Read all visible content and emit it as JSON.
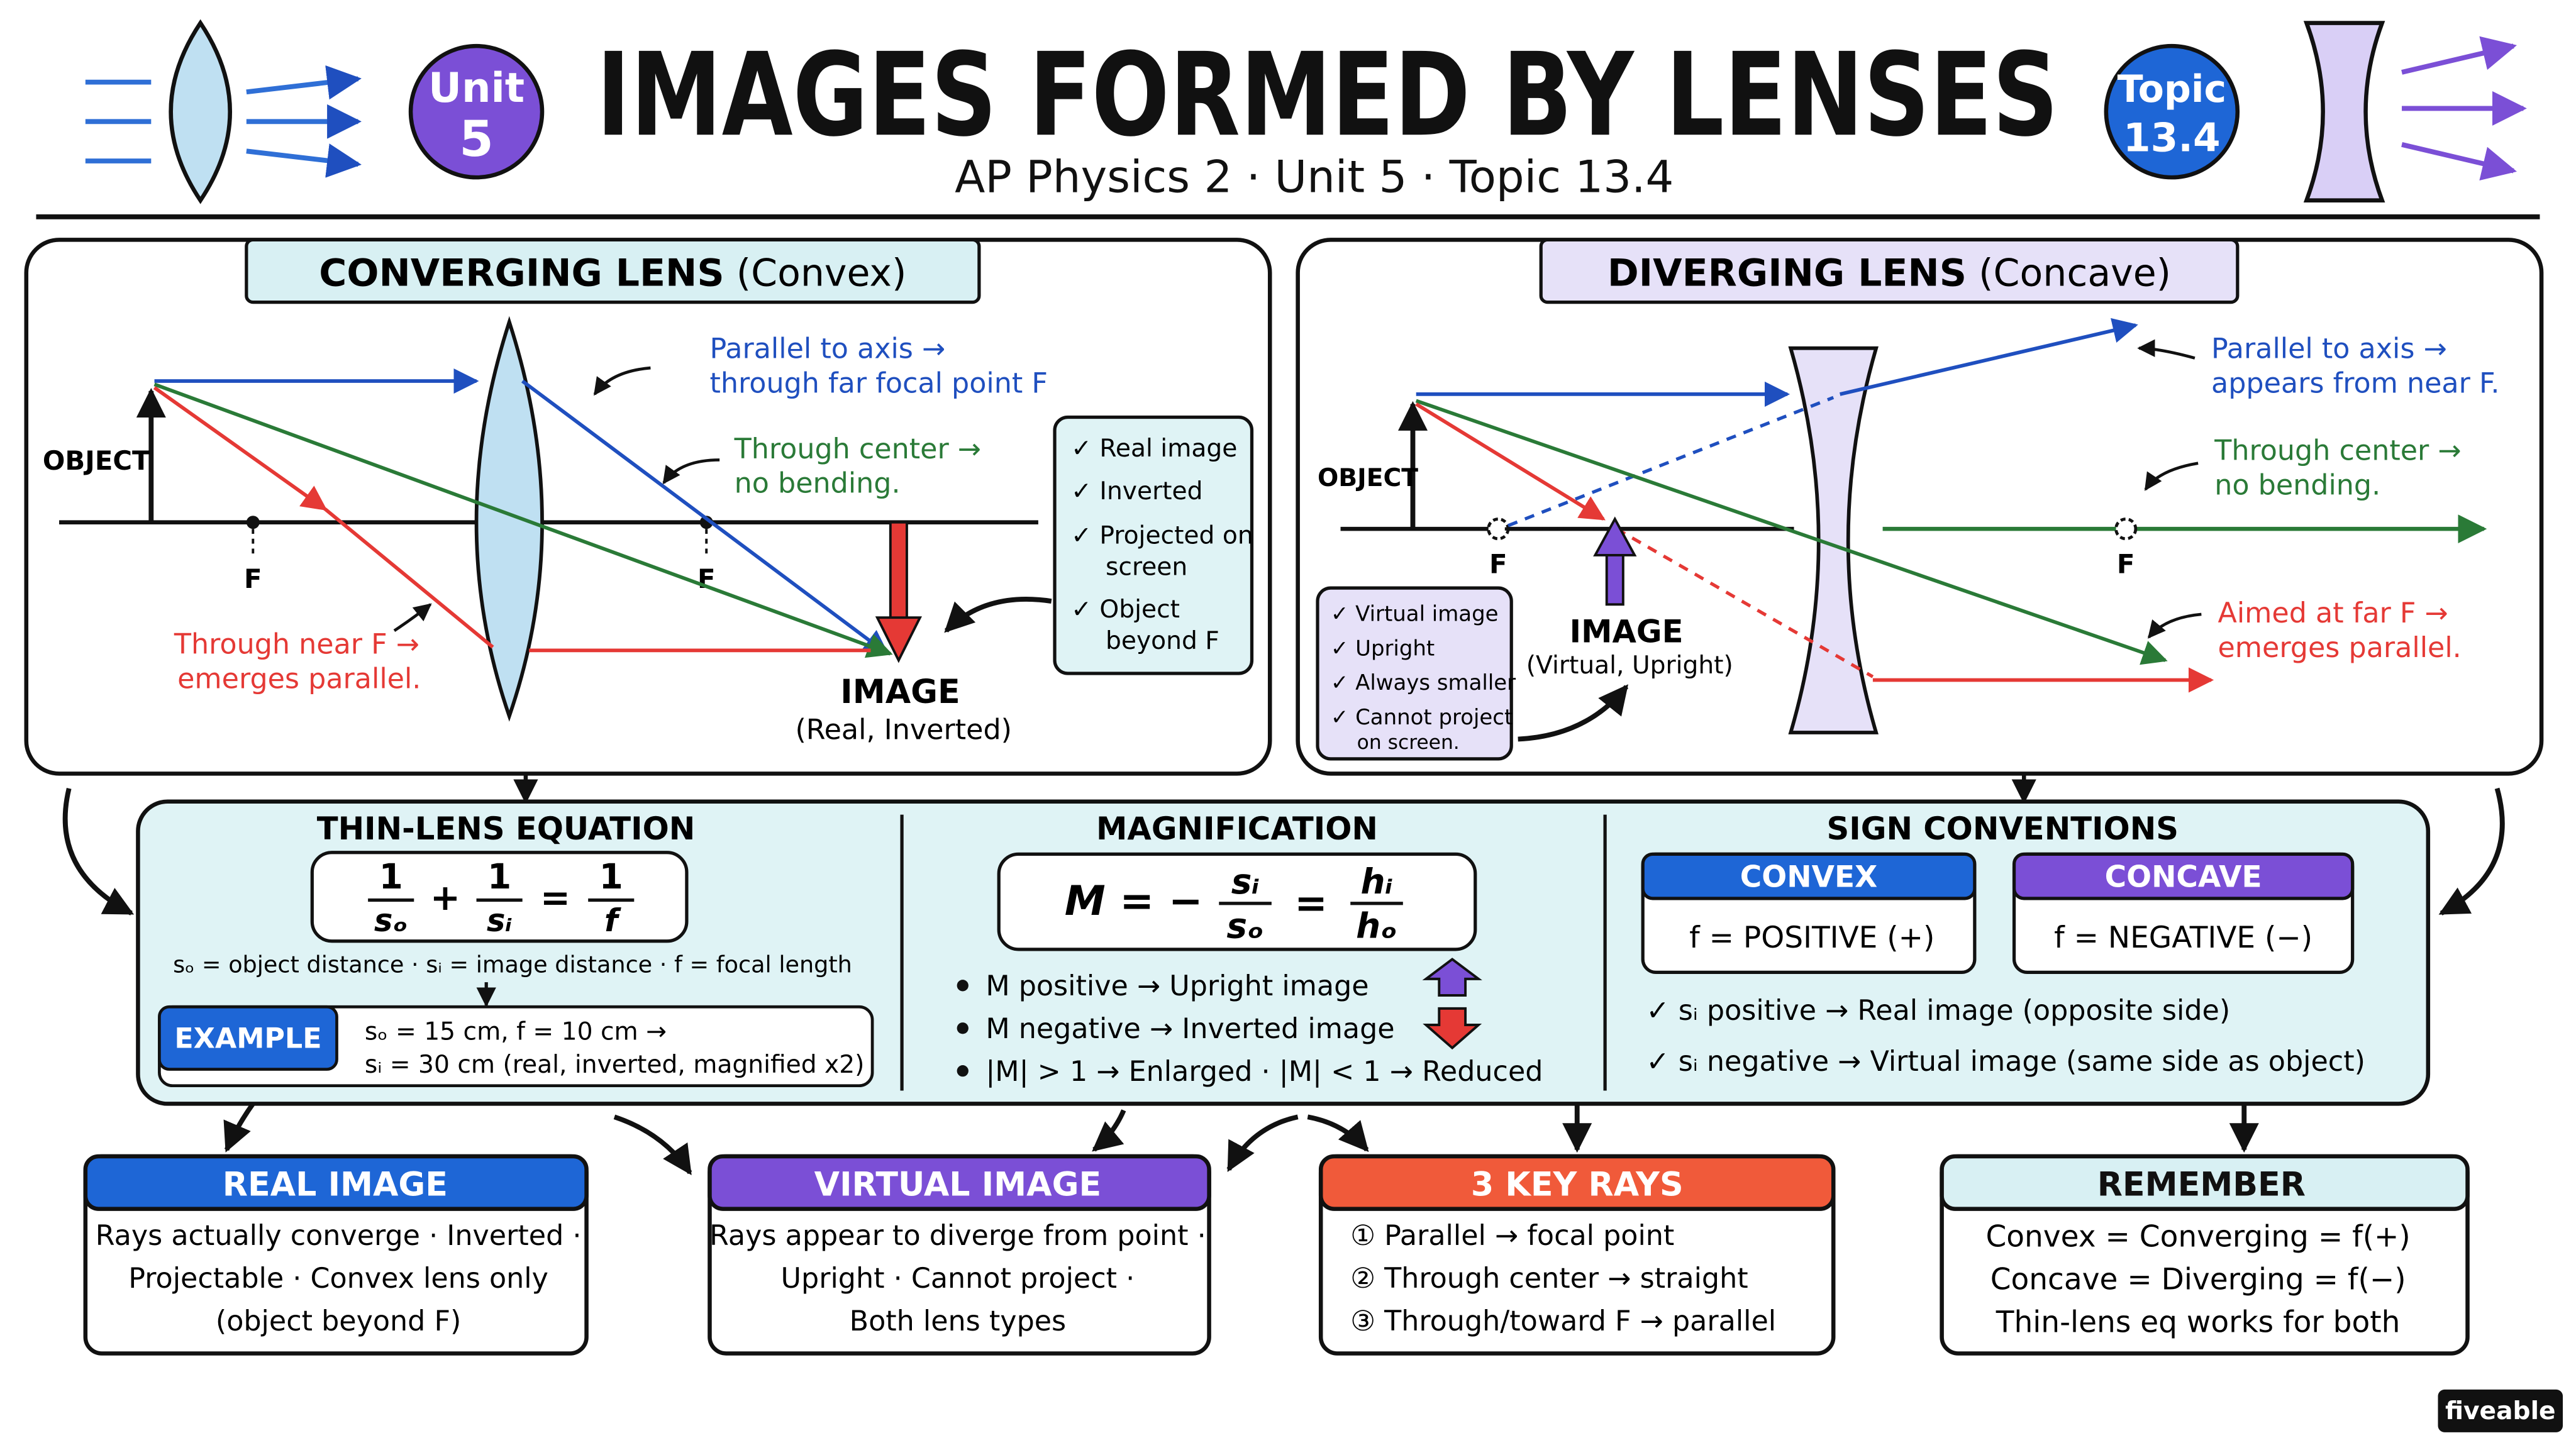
{
  "header": {
    "title": "IMAGES FORMED BY LENSES",
    "subtitle": "AP Physics 2 · Unit 5 · Topic 13.4",
    "unit_badge": {
      "line1": "Unit",
      "line2": "5"
    },
    "topic_badge": {
      "line1": "Topic",
      "line2": "13.4"
    }
  },
  "converging": {
    "title_bold": "CONVERGING LENS",
    "title_paren": "(Convex)",
    "object_label": "OBJECT",
    "focal_near": "F",
    "focal_far": "F",
    "ray_parallel": {
      "line1": "Parallel to axis →",
      "line2": "through far focal point F"
    },
    "ray_center": {
      "line1": "Through center →",
      "line2": "no bending."
    },
    "ray_focal": {
      "line1": "Through near F →",
      "line2": "emerges parallel."
    },
    "image_label": "IMAGE",
    "image_sub": "(Real, Inverted)",
    "checklist": [
      {
        "line1": "✓ Real image",
        "line2": ""
      },
      {
        "line1": "✓ Inverted",
        "line2": ""
      },
      {
        "line1": "✓ Projected on",
        "line2": "screen"
      },
      {
        "line1": "✓ Object",
        "line2": "beyond F"
      }
    ]
  },
  "diverging": {
    "title_bold": "DIVERGING LENS",
    "title_paren": "(Concave)",
    "object_label": "OBJECT",
    "focal_near": "F",
    "focal_far": "F",
    "ray_parallel": {
      "line1": "Parallel to axis →",
      "line2": "appears from near F."
    },
    "ray_center": {
      "line1": "Through center →",
      "line2": "no bending."
    },
    "ray_focal": {
      "line1": "Aimed at far F →",
      "line2": "emerges parallel."
    },
    "image_label": "IMAGE",
    "image_sub": "(Virtual, Upright)",
    "checklist": [
      {
        "line1": "✓ Virtual image",
        "line2": ""
      },
      {
        "line1": "✓ Upright",
        "line2": ""
      },
      {
        "line1": "✓ Always smaller",
        "line2": ""
      },
      {
        "line1": "✓ Cannot project",
        "line2": "on screen."
      }
    ]
  },
  "thin_lens": {
    "title": "THIN-LENS EQUATION",
    "term1_num": "1",
    "term1_den": "sₒ",
    "term2_num": "1",
    "term2_den": "sᵢ",
    "term3_num": "1",
    "term3_den": "f",
    "plus": "+",
    "equals": "=",
    "legend": "sₒ = object distance · sᵢ = image distance · f = focal length",
    "example_label": "EXAMPLE",
    "example_line1": "sₒ = 15 cm,  f = 10 cm →",
    "example_line2": "sᵢ = 30 cm  (real, inverted, magnified x2)"
  },
  "magnification": {
    "title": "MAGNIFICATION",
    "lhs": "M = −",
    "frac1_num": "sᵢ",
    "frac1_den": "sₒ",
    "equals": "=",
    "frac2_num": "hᵢ",
    "frac2_den": "hₒ",
    "bullets": [
      "M positive → Upright image",
      "M negative → Inverted image",
      "|M| > 1 → Enlarged · |M| < 1 → Reduced"
    ]
  },
  "signs": {
    "title": "SIGN CONVENTIONS",
    "convex_label": "CONVEX",
    "convex_value": "f = POSITIVE (+)",
    "concave_label": "CONCAVE",
    "concave_value": "f = NEGATIVE (−)",
    "rules": [
      "✓ sᵢ positive → Real image (opposite side)",
      "✓ sᵢ negative → Virtual image (same side as object)"
    ]
  },
  "cards": [
    {
      "title": "REAL IMAGE",
      "lines": [
        "Rays actually converge · Inverted ·",
        "Projectable · Convex lens only",
        "(object beyond F)"
      ]
    },
    {
      "title": "VIRTUAL IMAGE",
      "lines": [
        "Rays appear to diverge from point ·",
        "Upright · Cannot project ·",
        "Both lens types"
      ]
    },
    {
      "title": "3 KEY RAYS",
      "lines": [
        "① Parallel → focal point",
        "② Through center → straight",
        "③ Through/toward F → parallel"
      ]
    },
    {
      "title": "REMEMBER",
      "lines": [
        "Convex = Converging = f(+)",
        "Concave = Diverging = f(−)",
        "Thin-lens eq works for both"
      ]
    }
  ],
  "brand": "fiveable",
  "colors": {
    "blue_ray": "#1f4fbf",
    "green_ray": "#2a7a37",
    "red_ray": "#e53935",
    "purple": "#7b4fd6",
    "light_blue": "#dff3f5",
    "light_purple": "#e6e1f8"
  }
}
